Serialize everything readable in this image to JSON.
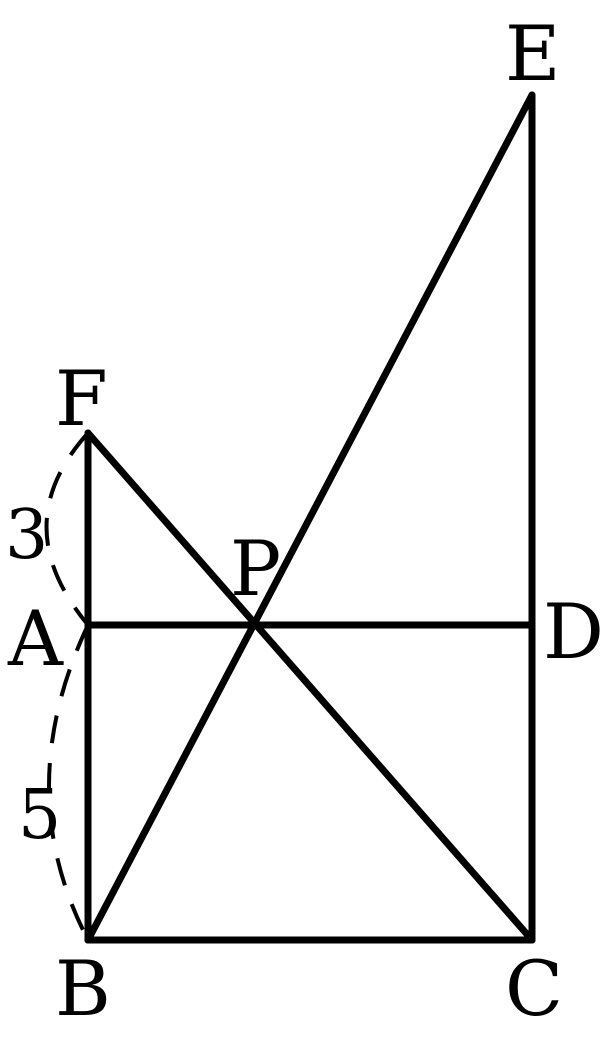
{
  "points": {
    "A": "A",
    "B": "B",
    "C": "C",
    "D": "D",
    "E": "E",
    "F": "F",
    "P": "P"
  },
  "measures": {
    "FA": "3",
    "AB": "5"
  },
  "colors": {
    "ink": "#000000",
    "background": "#ffffff"
  }
}
